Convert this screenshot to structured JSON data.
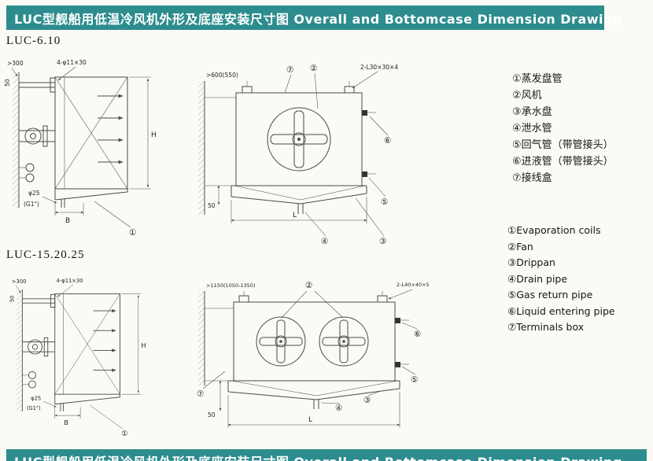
{
  "header": {
    "title": "LUC型舰船用低温冷风机外形及底座安装尺寸图 Overall and Bottomcase Dimension Drawing"
  },
  "footer": {
    "title": "LUC型舰船用低温冷风机外形及底座安装尺寸图 Overall and Bottomcase Dimension Drawing"
  },
  "models": {
    "m1": "LUC-6.10",
    "m2": "LUC-15.20.25"
  },
  "legend_cn": [
    {
      "num": "①",
      "text": "蒸发盘管"
    },
    {
      "num": "②",
      "text": "风机"
    },
    {
      "num": "③",
      "text": "承水盘"
    },
    {
      "num": "④",
      "text": "泄水管"
    },
    {
      "num": "⑤",
      "text": "回气管（带管接头）"
    },
    {
      "num": "⑥",
      "text": "进液管（带管接头）"
    },
    {
      "num": "⑦",
      "text": "接线盒"
    }
  ],
  "legend_en": [
    {
      "num": "①",
      "text": "Evaporation coils"
    },
    {
      "num": "②",
      "text": "Fan"
    },
    {
      "num": "③",
      "text": "Drippan"
    },
    {
      "num": "④",
      "text": "Drain pipe"
    },
    {
      "num": "⑤",
      "text": "Gas return pipe"
    },
    {
      "num": "⑥",
      "text": "Liquid entering pipe"
    },
    {
      "num": "⑦",
      "text": "Terminals box"
    }
  ],
  "d1": {
    "dim300": ">300",
    "dim50": "50",
    "bolt": "4-φ11×30",
    "H": "H",
    "phi25": "φ25",
    "g1": "(G1\")",
    "B": "B",
    "c1": "①"
  },
  "d2": {
    "dim600": ">600(550)",
    "angle": "2-L30×30×4",
    "dim50": "50",
    "L": "L",
    "c2": "②",
    "c3": "③",
    "c4": "④",
    "c5": "⑤",
    "c6": "⑥",
    "c7": "⑦"
  },
  "d3": {
    "dim300": ">300",
    "dim50": "50",
    "bolt": "4-φ11×30",
    "H": "H",
    "phi25": "φ25",
    "g1": "(G1\")",
    "B": "B",
    "c1": "①"
  },
  "d4": {
    "dim1150": ">1150(1050-1350)",
    "angle": "2-L40×40×5",
    "dim50": "50",
    "L": "L",
    "c2": "②",
    "c3": "③",
    "c4": "④",
    "c5": "⑤",
    "c6": "⑥",
    "c7": "⑦"
  }
}
